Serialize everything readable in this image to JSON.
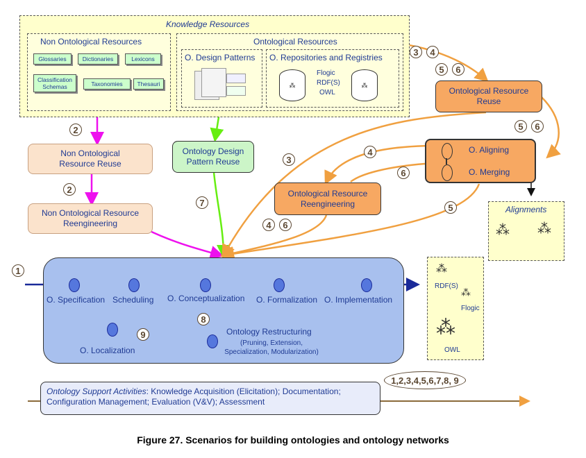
{
  "knowledge_resources": {
    "title": "Knowledge Resources",
    "non_ontological": {
      "title": "Non Ontological Resources",
      "items": [
        "Glossaries",
        "Dictionaries",
        "Lexicons",
        "Classification Schemas",
        "Taxonomies",
        "Thesauri"
      ]
    },
    "ontological": {
      "title": "Ontological Resources",
      "design_patterns": "O. Design Patterns",
      "repositories": "O. Repositories and Registries",
      "languages": [
        "Flogic",
        "RDF(S)",
        "OWL"
      ]
    }
  },
  "processes": {
    "non_onto_reuse": "Non Ontological Resource Reuse",
    "non_onto_reeng": "Non Ontological Resource Reengineering",
    "odp_reuse": "Ontology Design Pattern Reuse",
    "onto_reuse": "Ontological Resource Reuse",
    "onto_reeng": "Ontological Resource Reengineering",
    "aligning": "O. Aligning",
    "merging": "O. Merging"
  },
  "alignments": {
    "title": "Alignments"
  },
  "activities": [
    "O. Specification",
    "Scheduling",
    "O. Conceptualization",
    "O. Formalization",
    "O. Implementation"
  ],
  "localization": "O. Localization",
  "restructuring": {
    "title": "Ontology Restructuring",
    "detail": "(Pruning, Extension, Specialization, Modularization)"
  },
  "implementations": [
    "RDF(S)",
    "Flogic",
    "OWL"
  ],
  "support": {
    "label": "Ontology Support Activities",
    "text": ": Knowledge Acquisition (Elicitation); Documentation; Configuration Management; Evaluation (V&V); Assessment"
  },
  "scenario_list": "1,2,3,4,5,6,7,8, 9",
  "scenario_numbers": [
    "1",
    "2",
    "2",
    "3",
    "4",
    "5",
    "6",
    "5",
    "6",
    "3",
    "4",
    "6",
    "4",
    "6",
    "5",
    "7",
    "8",
    "9"
  ],
  "caption": "Figure 27. Scenarios for building ontologies and ontology networks",
  "colors": {
    "magenta": "#ee11ee",
    "green": "#66ee11",
    "orange": "#f0a040",
    "purple": "#9955ee",
    "blue": "#1a2a99"
  }
}
